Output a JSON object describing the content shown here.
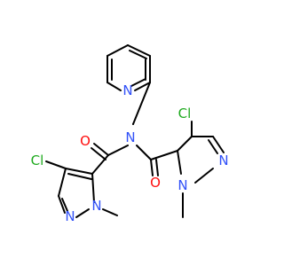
{
  "colors": {
    "bond": "#000000",
    "N": "#3050F8",
    "O": "#FF0D0D",
    "Cl": "#1FAA1F"
  },
  "molecule": {
    "atoms": [
      {
        "id": "pyN",
        "label": "N",
        "element": "N"
      },
      {
        "id": "Nam",
        "label": "N",
        "element": "N"
      },
      {
        "id": "O1",
        "label": "O",
        "element": "O"
      },
      {
        "id": "O2",
        "label": "O",
        "element": "O"
      },
      {
        "id": "Cl1",
        "label": "Cl",
        "element": "Cl"
      },
      {
        "id": "Cl2",
        "label": "Cl",
        "element": "Cl"
      },
      {
        "id": "N1L",
        "label": "N",
        "element": "N"
      },
      {
        "id": "N2L",
        "label": "N",
        "element": "N"
      },
      {
        "id": "N1R",
        "label": "N",
        "element": "N"
      },
      {
        "id": "N2R",
        "label": "N",
        "element": "N"
      }
    ]
  }
}
